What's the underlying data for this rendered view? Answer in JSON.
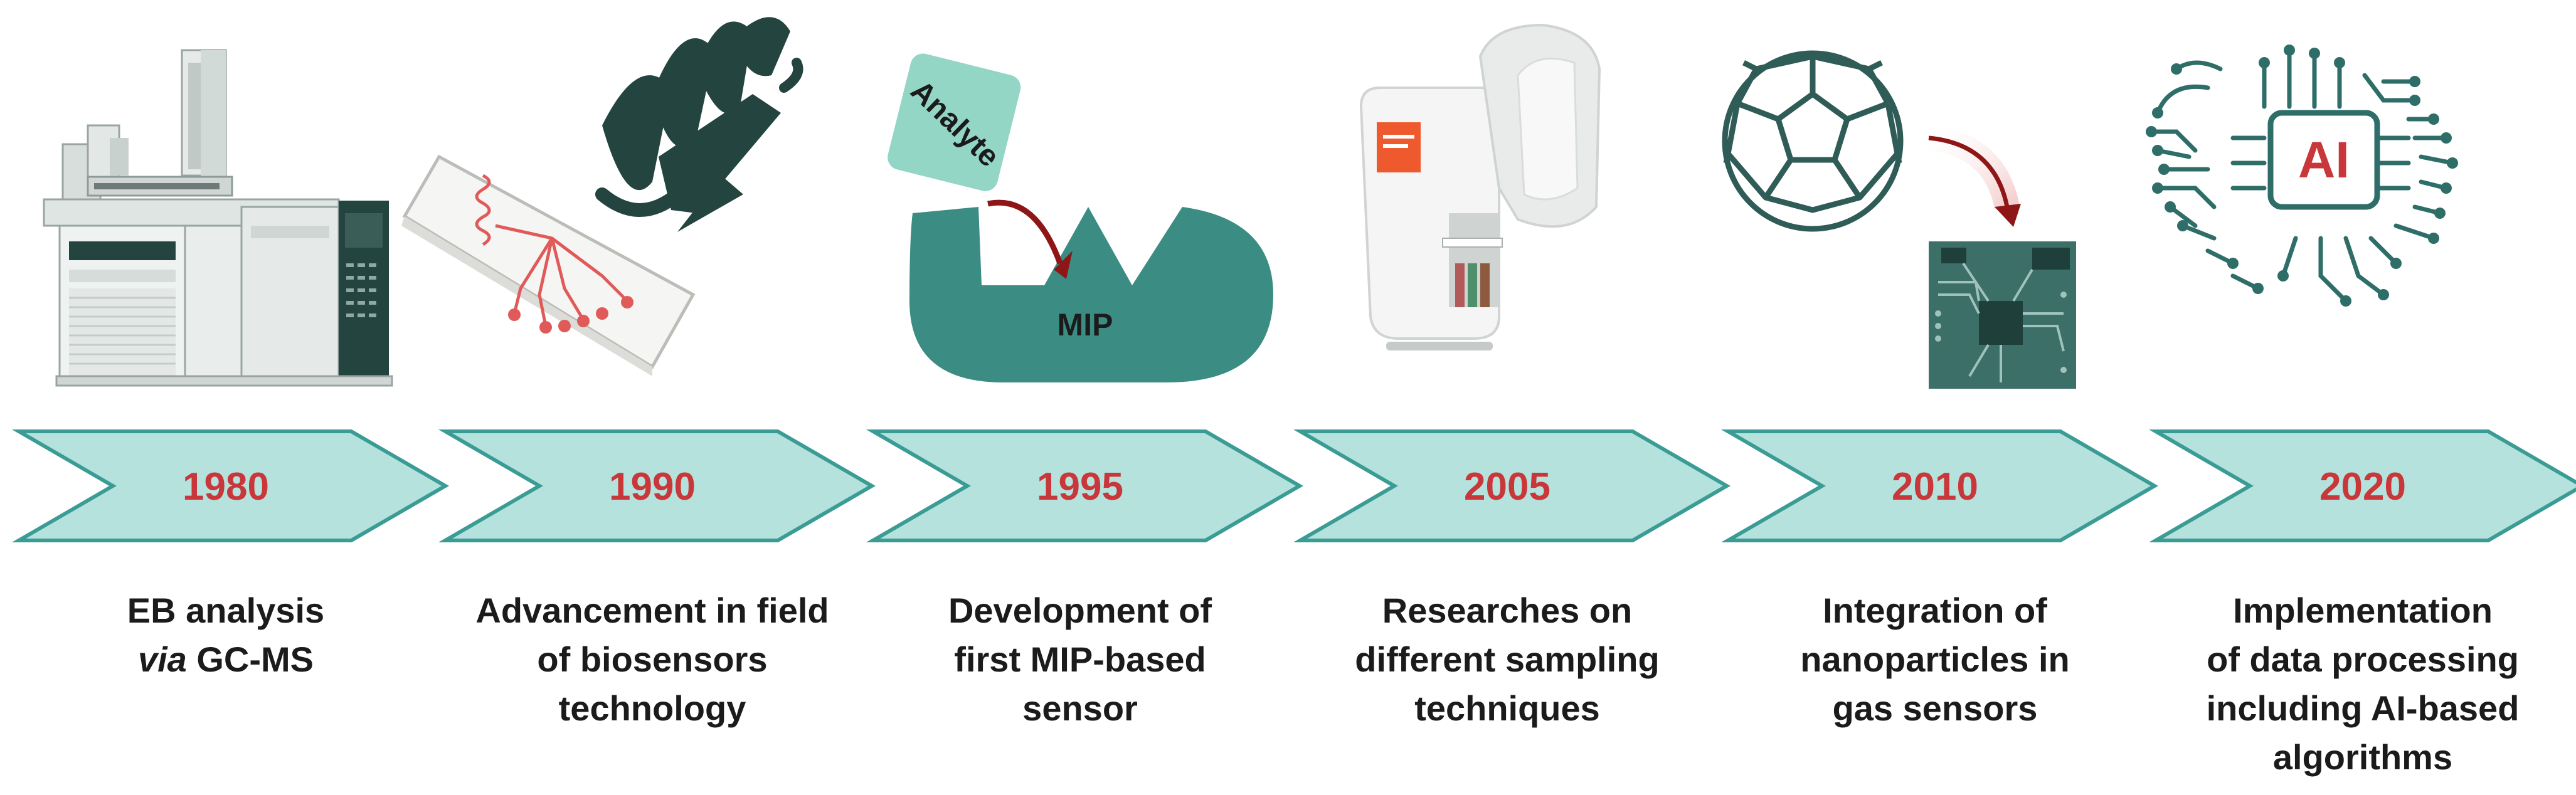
{
  "timeline": [
    {
      "year": "1980",
      "caption": [
        "EB analysis",
        "via GC-MS"
      ],
      "italic_prefix": "via",
      "icon": "gc-ms-instrument-icon"
    },
    {
      "year": "1990",
      "caption": [
        "Advancement in field",
        "of biosensors",
        "technology"
      ],
      "icon": "biosensor-chip-icon"
    },
    {
      "year": "1995",
      "caption": [
        "Development of",
        "first  MIP-based",
        "sensor"
      ],
      "icon": "mip-sensor-icon"
    },
    {
      "year": "2005",
      "caption": [
        "Researches on",
        "different sampling",
        "techniques"
      ],
      "icon": "breath-sampler-icon"
    },
    {
      "year": "2010",
      "caption": [
        "Integration of",
        "nanoparticles in",
        "gas sensors"
      ],
      "icon": "nanoparticle-chip-icon"
    },
    {
      "year": "2020",
      "caption": [
        "Implementation",
        "of data processing",
        "including AI-based",
        "algorithms"
      ],
      "icon": "ai-brain-icon"
    }
  ],
  "labels": {
    "analyte": "Analyte",
    "mip": "MIP",
    "ai": "AI"
  },
  "colors": {
    "arrow_fill": "#b6e2dd",
    "arrow_stroke": "#3a9c95",
    "year_text": "#c8373a",
    "teal_dark": "#2f6e68",
    "teal_main": "#3b8d84",
    "analyte_fill": "#93d6c6",
    "red_arrow": "#8e1616"
  }
}
